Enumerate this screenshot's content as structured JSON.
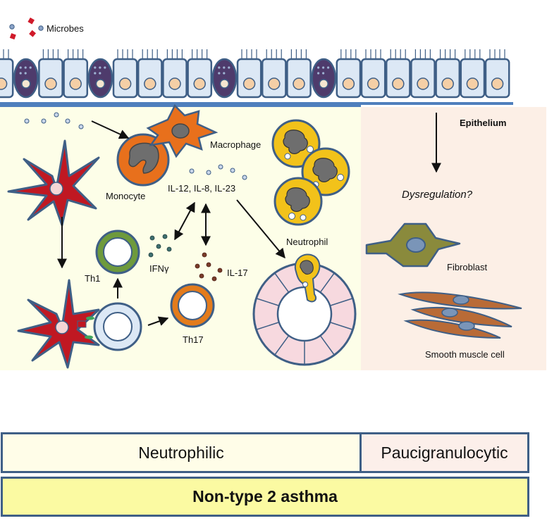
{
  "labels": {
    "microbes": "Microbes",
    "macrophage": "Macrophage",
    "monocyte": "Monocyte",
    "cytokines": "IL-12, IL-8, IL-23",
    "neutrophil": "Neutrophil",
    "th1": "Th1",
    "ifng": "IFNγ",
    "il17": "IL-17",
    "th17": "Th17",
    "epithelium": "Epithelium",
    "dysregulation": "Dysregulation?",
    "fibroblast": "Fibroblast",
    "smooth_muscle": "Smooth muscle cell"
  },
  "bands": {
    "neutrophilic": "Neutrophilic",
    "paucigranulocytic": "Paucigranulocytic",
    "asthma": "Non-type 2 asthma"
  },
  "colors": {
    "left_panel": "#fdfee8",
    "right_panel": "#fcefe6",
    "epithelial_cell": "#dce8f5",
    "nucleus": "#f5cfa6",
    "goblet_cell": "#4e3b6c",
    "dendritic_cell": "#c01822",
    "macrophage": "#e8701c",
    "neutrophil": "#f2c21a",
    "th1_ring": "#6e9a3c",
    "th17_ring": "#e37b1c",
    "fibroblast": "#8a8a3c",
    "smooth_muscle": "#b96b37",
    "outline": "#3f5f86",
    "band_border": "#3f5f86",
    "asthma_band": "#fbfaa2"
  }
}
